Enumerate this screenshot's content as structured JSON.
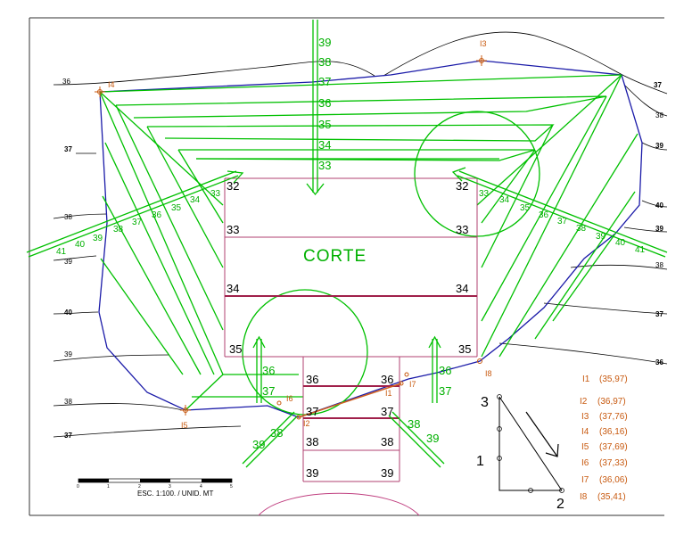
{
  "drawing": {
    "section_label": "CORTE",
    "scale_text": "ESC. 1:100. / UNID. MT",
    "scale_ticks": [
      "0",
      "1",
      "2",
      "3",
      "4",
      "5"
    ]
  },
  "fill_contours": [
    "33",
    "34",
    "35",
    "36",
    "37",
    "38",
    "39",
    "40",
    "41"
  ],
  "top_labels": [
    "39",
    "38",
    "37",
    "36",
    "35",
    "34",
    "33"
  ],
  "cut_levels": [
    {
      "left": "32",
      "right": "32"
    },
    {
      "left": "33",
      "right": "33"
    },
    {
      "left": "34",
      "right": "34"
    },
    {
      "left": "35",
      "right": "35"
    }
  ],
  "ramp_levels": [
    {
      "left": "36",
      "right": "36"
    },
    {
      "left": "37",
      "right": "37"
    },
    {
      "left": "38",
      "right": "38"
    },
    {
      "left": "39",
      "right": "39"
    }
  ],
  "ramp_side_labels": {
    "left_36": "36",
    "left_37": "37",
    "right_36": "36",
    "right_37": "37",
    "left_38": "38",
    "left_39": "39",
    "right_38": "38",
    "right_39": "39"
  },
  "terrain_labels": {
    "l36": "36",
    "l37": "37",
    "l38": "38",
    "l39": "39",
    "l40": "40",
    "l39b": "39",
    "l38b": "38",
    "l37b": "37",
    "r37": "37",
    "r38": "38",
    "r39": "39",
    "r40": "40",
    "r39b": "39",
    "r38b": "38",
    "r37b": "37",
    "r36b": "36"
  },
  "points": [
    {
      "id": "I1",
      "value": "(35,97)"
    },
    {
      "id": "I2",
      "value": "(36,97)"
    },
    {
      "id": "I3",
      "value": "(37,76)"
    },
    {
      "id": "I4",
      "value": "(36,16)"
    },
    {
      "id": "I5",
      "value": "(37,69)"
    },
    {
      "id": "I6",
      "value": "(37,33)"
    },
    {
      "id": "I7",
      "value": "(36,06)"
    },
    {
      "id": "I8",
      "value": "(35,41)"
    }
  ],
  "inset": {
    "n1": "1",
    "n2": "2",
    "n3": "3"
  },
  "colors": {
    "green": "#00c000",
    "blue": "#1a1aa8",
    "orange": "#c85a10",
    "magenta": "#b04070"
  }
}
